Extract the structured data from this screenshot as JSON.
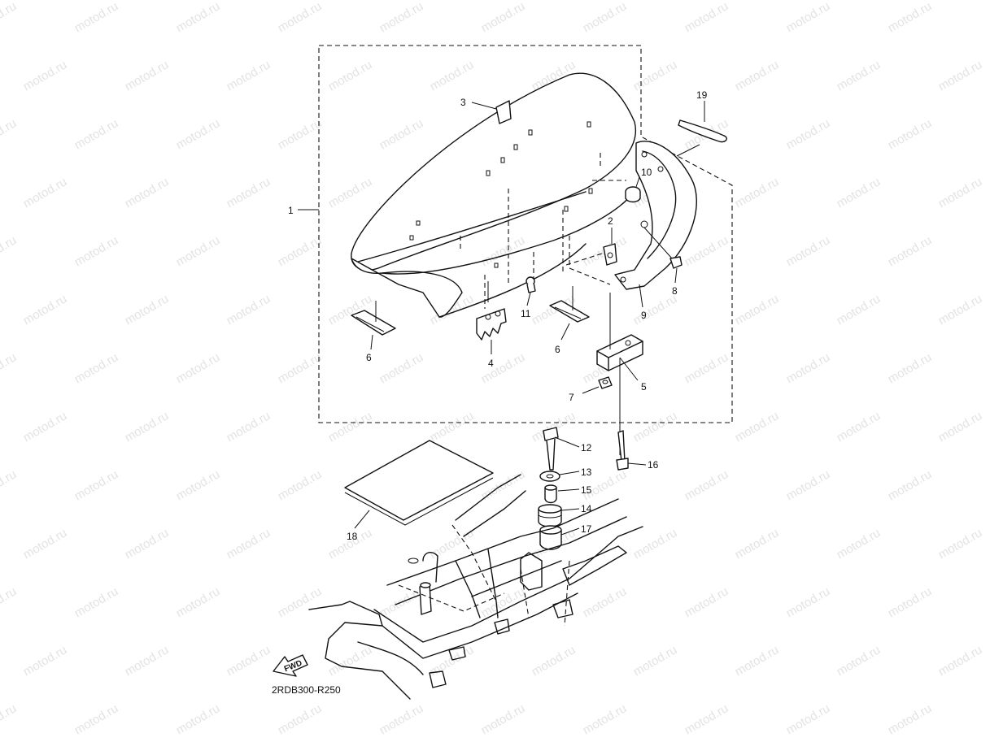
{
  "watermark": {
    "text": "motod.ru"
  },
  "diagram_code": "2RDB300-R250",
  "fwd_label": "FWD",
  "callouts": {
    "c1": "1",
    "c2": "2",
    "c3": "3",
    "c4": "4",
    "c5": "5",
    "c6a": "6",
    "c6b": "6",
    "c7": "7",
    "c8": "8",
    "c9": "9",
    "c10": "10",
    "c11": "11",
    "c12": "12",
    "c13": "13",
    "c14": "14",
    "c15": "15",
    "c16": "16",
    "c17": "17",
    "c18": "18",
    "c19": "19"
  },
  "colors": {
    "line": "#111111",
    "watermark": "#e3e3e3",
    "background": "#ffffff"
  }
}
